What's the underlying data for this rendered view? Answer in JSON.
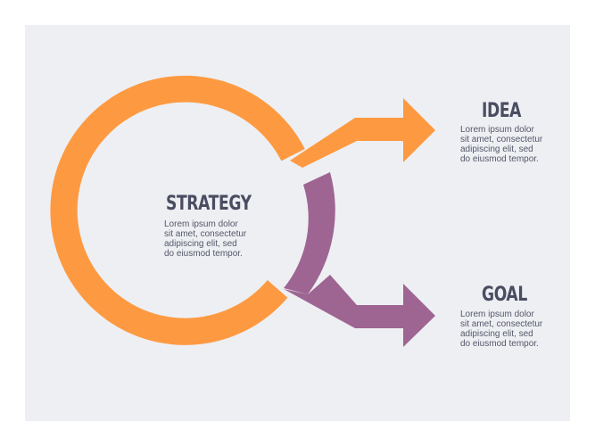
{
  "colors": {
    "background": "#eeeff3",
    "strategy_ring": "#fd9a41",
    "goal_arrow": "#9e6593",
    "text_dark": "#4a4d61"
  },
  "strategy": {
    "title": "STRATEGY",
    "text": "Lorem ipsum dolor\nsit amet, consectetur\nadipiscing elit, sed\ndo eiusmod tempor."
  },
  "idea": {
    "title": "IDEA",
    "text": "Lorem ipsum dolor\nsit amet, consectetur\nadipiscing elit, sed\ndo eiusmod tempor."
  },
  "goal": {
    "title": "GOAL",
    "text": "Lorem ipsum dolor\nsit amet, consectetur\nadipiscing elit, sed\ndo eiusmod tempor."
  }
}
